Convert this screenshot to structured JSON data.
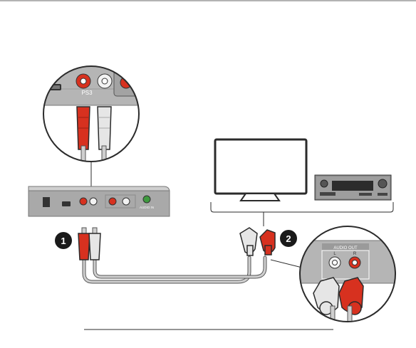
{
  "diagram": {
    "labels": {
      "ps3_port": "PS3",
      "audio_in": "AUDIO IN",
      "audio_out": "AUDIO OUT",
      "left_channel": "L",
      "right_channel": "R"
    },
    "steps": [
      {
        "number": "1"
      },
      {
        "number": "2"
      }
    ],
    "colors": {
      "red_plug": "#d7311f",
      "white_plug": "#e6e6e6",
      "device_body": "#9a9a9a",
      "outline": "#2b2b2b",
      "step_badge": "#1a1a1a"
    }
  }
}
